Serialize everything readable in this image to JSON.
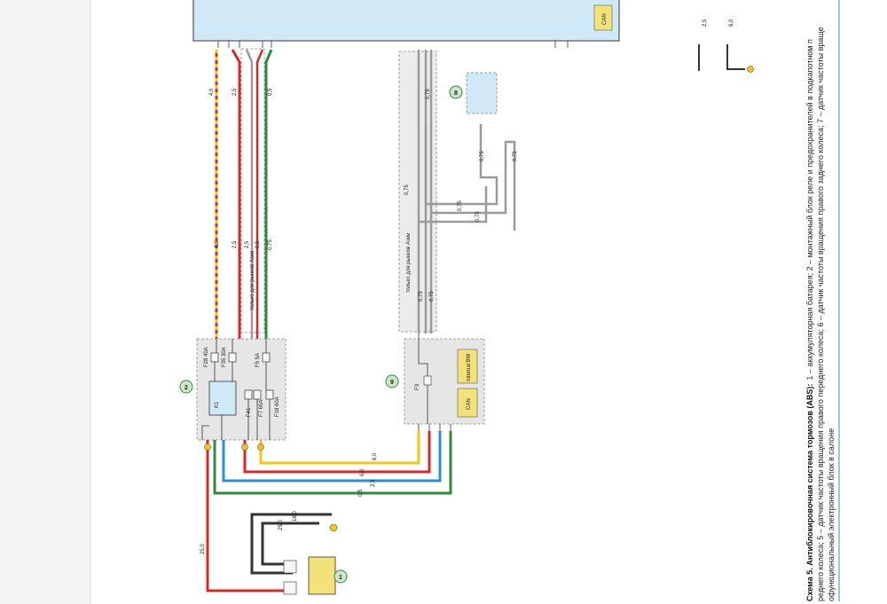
{
  "caption": {
    "title": "Схема 5. Антиблокировочная система тормозов (ABS):",
    "line1": "1 – аккумуляторная батарея; 2 – монтажный блок реле и предохранителей в подкапотном п",
    "line2": "реднего колеса; 5 – датчик частоты вращения правого переднего колеса; 6 – датчик частоты вращения правого заднего колеса; 7 – датчик частоты враще",
    "line3": "офункциональный электронный блок в салоне"
  },
  "components": {
    "c1": "1",
    "c2": "2",
    "c8": "8",
    "c9": "9"
  },
  "fuses": {
    "f28": "F28 40A",
    "f35": "F35 30A",
    "f5": "F5 5A",
    "f41": "F41",
    "f7": "F7 60A",
    "f18": "F18 60A",
    "f3": "F3",
    "k": "K1"
  },
  "notes": {
    "abs_only_1": "только для рынков Азии",
    "abs_only_2": "только для рынков Азии",
    "can": "CAN",
    "can2": "CAN",
    "internal": "Internal BW"
  },
  "wire_labels": {
    "w40": "4,0",
    "w25a": "2,5",
    "w25b": "2,5",
    "w25c": "2,5",
    "w05a": "0,5",
    "w05b": "0,5",
    "w075a": "0,75",
    "w075b": "0,75",
    "w075c": "0,75",
    "w075d": "0,75",
    "w075e": "0,75",
    "w075f": "0,75",
    "w075g": "0,75",
    "w075h": "0,75",
    "w075i": "0,75",
    "w60": "6,0",
    "w60b": "6,0",
    "w25d": "2,5",
    "w05c": "0,5",
    "w250": "25,0",
    "w160": "16,0",
    "w200": "25,0",
    "w25r": "2,5",
    "w60r": "6,0"
  },
  "colors": {
    "red": "#d42a2a",
    "yellow": "#f0c419",
    "green": "#2e8b3d",
    "blue": "#2b8fd6",
    "gray": "#8a8a8a",
    "dark": "#333333",
    "lightblue": "#cfe9f7",
    "box": "#e6e6e6"
  }
}
